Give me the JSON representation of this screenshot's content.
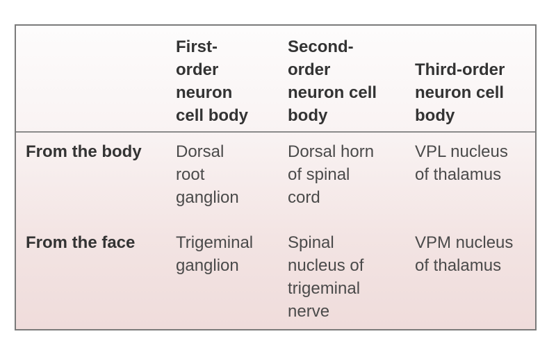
{
  "table": {
    "headers": [
      "",
      [
        "First-",
        "order",
        "neuron",
        "cell body"
      ],
      [
        "Second-",
        "order",
        "neuron cell",
        "body"
      ],
      [
        "Third-order",
        "neuron cell",
        "body"
      ]
    ],
    "rows": [
      {
        "label": "From the body",
        "cells": [
          [
            "Dorsal",
            "root",
            "ganglion"
          ],
          [
            "Dorsal horn",
            "of spinal",
            "cord"
          ],
          [
            "VPL nucleus",
            "of thalamus"
          ]
        ]
      },
      {
        "label": "From the face",
        "cells": [
          [
            "Trigeminal",
            "ganglion"
          ],
          [
            "Spinal",
            "nucleus of",
            "trigeminal",
            "nerve"
          ],
          [
            "VPM nucleus",
            "of thalamus"
          ]
        ]
      }
    ]
  }
}
